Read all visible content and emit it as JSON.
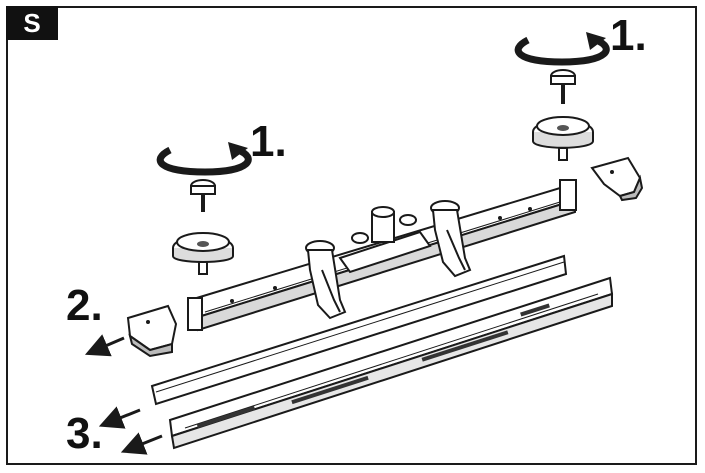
{
  "badge": {
    "label": "S",
    "background": "#111111",
    "text_color": "#ffffff"
  },
  "steps": {
    "step1_left": "1.",
    "step1_right": "1.",
    "step2": "2.",
    "step3": "3."
  },
  "colors": {
    "line": "#1a1a1a",
    "fill": "#ffffff",
    "shade": "#d9d9d9",
    "dark": "#555555"
  }
}
